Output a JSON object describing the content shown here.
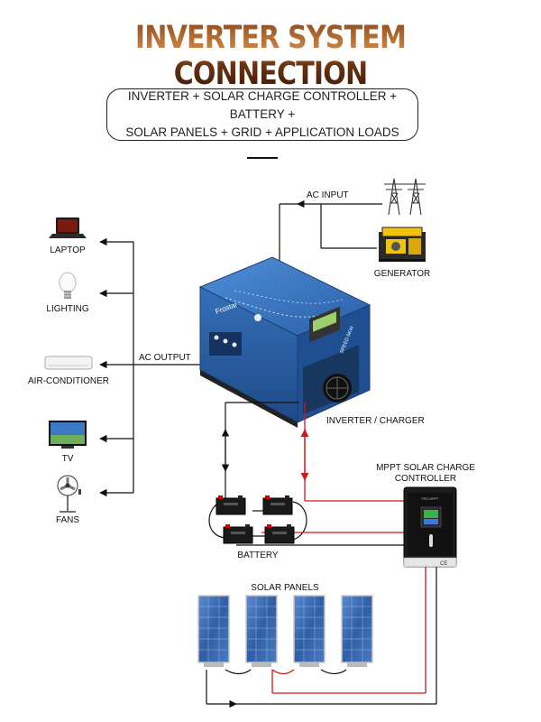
{
  "header": {
    "title": "INVERTER SYSTEM CONNECTION",
    "subtitle_line1": "INVERTER + SOLAR CHARGE CONTROLLER + BATTERY +",
    "subtitle_line2": "SOLAR PANELS + GRID + APPLICATION LOADS"
  },
  "labels": {
    "ac_input": "AC INPUT",
    "generator": "GENERATOR",
    "ac_output": "AC OUTPUT",
    "inverter_charger": "INVERTER / CHARGER",
    "mppt_line1": "MPPT SOLAR CHARGE",
    "mppt_line2": "CONTROLLER",
    "battery": "BATTERY",
    "solar_panels": "SOLAR PANELS"
  },
  "loads": [
    {
      "label": "LAPTOP",
      "icon": "laptop-icon"
    },
    {
      "label": "LIGHTING",
      "icon": "light-bulb-icon"
    },
    {
      "label": "AIR-CONDITIONER",
      "icon": "air-conditioner-icon"
    },
    {
      "label": "TV",
      "icon": "tv-icon"
    },
    {
      "label": "FANS",
      "icon": "fan-icon"
    }
  ],
  "device_text": {
    "brand": "Frostar",
    "model": "SPEED 6KW",
    "mppt_brand": "PRO-MPPT",
    "ce_mark": "CE"
  },
  "colors": {
    "wire_black": "#111111",
    "wire_red": "#d01818",
    "inverter_blue": "#2f6fc0",
    "panel_blue": "#3d6fb8",
    "title_brown": "#7a3c14"
  }
}
